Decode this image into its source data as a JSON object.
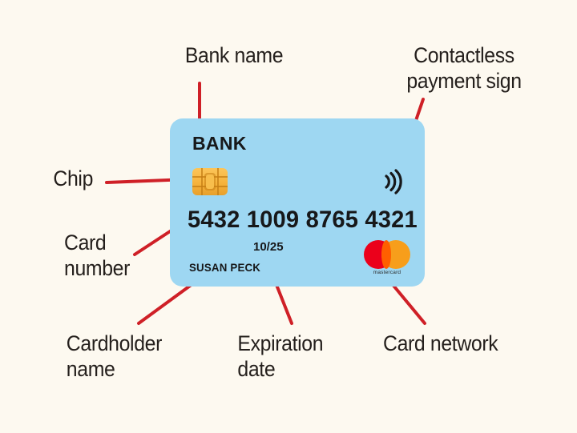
{
  "background_color": "#fdf9f0",
  "annotations": {
    "bank_name": "Bank name",
    "contactless": "Contactless\npayment sign",
    "chip": "Chip",
    "card_number": "Card\nnumber",
    "cardholder_name": "Cardholder\nname",
    "expiration_date": "Expiration\ndate",
    "card_network": "Card network",
    "leader_color": "#cf2027"
  },
  "card": {
    "background_color": "#9ed7f2",
    "bank_name": "BANK",
    "number": "5432 1009 8765 4321",
    "expiry": "10/25",
    "cardholder": "SUSAN PECK",
    "chip_color": "#f6b33c",
    "contactless_icon": "contactless-waves-icon",
    "network": {
      "name": "mastercard",
      "wordmark": "mastercard",
      "color_left": "#eb001b",
      "color_right": "#f79e1b",
      "color_overlap": "#ff5f00"
    }
  }
}
